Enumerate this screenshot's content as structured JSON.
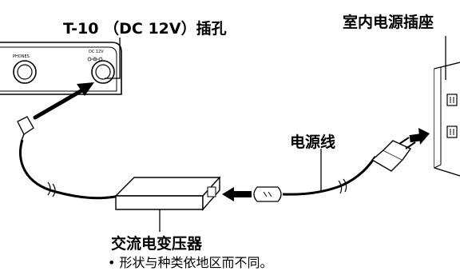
{
  "labels": {
    "jack": "T-10 （DC 12V）插孔",
    "outlet": "室内电源插座",
    "power_cord": "电源线",
    "adapter": "交流电变压器",
    "note": "• 形状与种类依地区而不同。"
  },
  "panel": {
    "phones": "PHONES",
    "dc": "DC 12V"
  }
}
